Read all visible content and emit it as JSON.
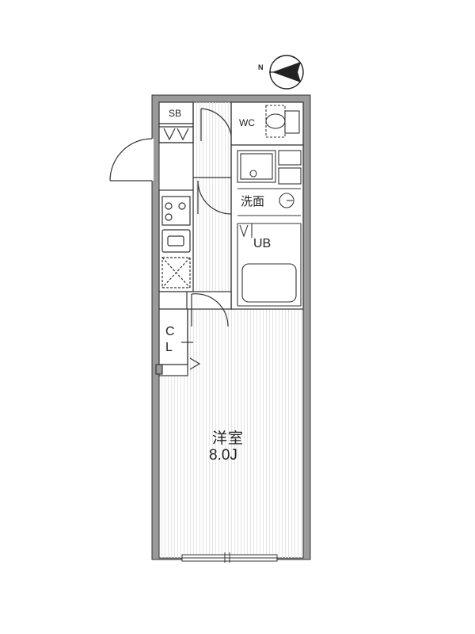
{
  "compass": {
    "north_label": "N",
    "icon": "north-arrow-icon"
  },
  "rooms": {
    "sb": "SB",
    "wc": "WC",
    "senmen": "洗面",
    "ub": "UB",
    "closet_top": "C",
    "closet_bottom": "L",
    "main_room": "洋室",
    "main_room_size": "8.0J"
  },
  "colors": {
    "wall_fill": "#9a9a9a",
    "line": "#333333",
    "floor_line": "#e2e2e2"
  }
}
